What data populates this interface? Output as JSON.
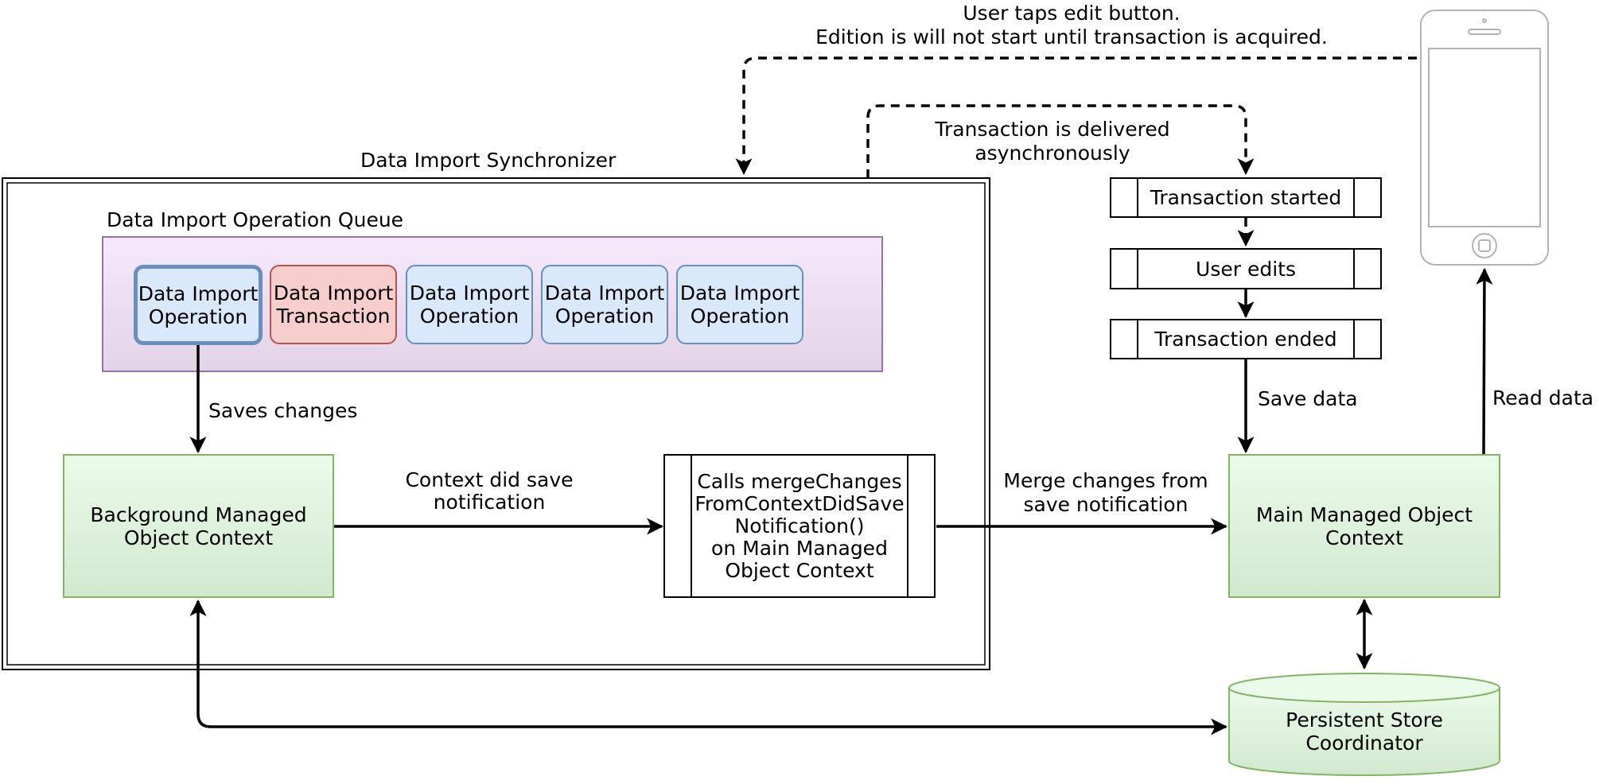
{
  "labels": {
    "user_taps": "User taps edit button.\nEdition is will not start until transaction is acquired.",
    "synchronizer": "Data Import Synchronizer",
    "queue": "Data Import Operation Queue",
    "saves_changes": "Saves changes",
    "context_did_save": "Context did save\nnotification",
    "merge_changes": "Merge changes from\nsave notification",
    "tx_delivered": "Transaction is delivered\nasynchronously",
    "save_data": "Save data",
    "read_data": "Read data"
  },
  "queue_items": [
    {
      "label": "Data Import\nOperation",
      "kind": "operation"
    },
    {
      "label": "Data Import\nTransaction",
      "kind": "transaction"
    },
    {
      "label": "Data Import\nOperation",
      "kind": "operation"
    },
    {
      "label": "Data Import\nOperation",
      "kind": "operation"
    },
    {
      "label": "Data Import\nOperation",
      "kind": "operation"
    }
  ],
  "nodes": {
    "background_context": "Background Managed\nObject Context",
    "merge_call": "Calls mergeChanges\nFromContextDidSave\nNotification()\non Main Managed\nObject Context",
    "main_context": "Main Managed Object\nContext",
    "persistent_store": "Persistent Store\nCoordinator"
  },
  "transaction_steps": [
    "Transaction started",
    "User edits",
    "Transaction ended"
  ],
  "colors": {
    "operation_fill": "#dae8fc",
    "operation_stroke": "#6c8ebf",
    "transaction_fill": "#f8cecc",
    "transaction_stroke": "#b85450",
    "context_fill": "#d5e8d4",
    "context_stroke": "#82b366",
    "queue_fill": "#e1d5e7",
    "queue_stroke": "#9673a6",
    "device_stroke": "#b3b3b3"
  },
  "icons": {
    "device": "smartphone-icon"
  }
}
